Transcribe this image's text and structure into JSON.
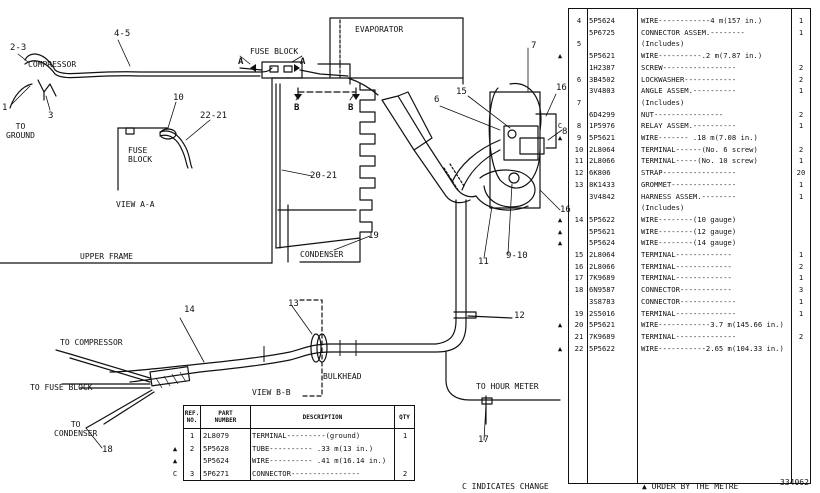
{
  "diagram": {
    "labels": {
      "evaporator": "EVAPORATOR",
      "fuse_block_top": "FUSE BLOCK",
      "compressor_top": "COMPRESSOR",
      "to_ground": "TO\nGROUND",
      "fuse_block_detail": "FUSE\nBLOCK",
      "view_a": "VIEW A-A",
      "upper_frame": "UPPER FRAME",
      "condenser": "CONDENSER",
      "to_compressor": "TO COMPRESSOR",
      "to_fuse_block": "TO FUSE BLOCK",
      "to_condenser": "TO\nCONDENSER",
      "view_b": "VIEW B-B",
      "bulkhead": "BULKHEAD",
      "to_hour_meter": "TO HOUR METER",
      "section_a_left": "A",
      "section_a_right": "A",
      "section_b_left": "B",
      "section_b_right": "B"
    },
    "callouts": {
      "c1": "1",
      "c2_3": "2-3",
      "c3": "3",
      "c4_5": "4-5",
      "c7": "7",
      "c6": "6",
      "c15": "15",
      "c16a": "16",
      "c8": "8",
      "c16b": "16",
      "c10": "10",
      "c22_21": "22-21",
      "c20_21": "20-21",
      "c19": "19",
      "c11": "11",
      "c9_10": "9-10",
      "c14": "14",
      "c13": "13",
      "c12": "12",
      "c17": "17",
      "c18": "18"
    }
  },
  "parts_list": {
    "rows": [
      {
        "mark": "",
        "ref": "4",
        "part": "5P5624",
        "desc": "WIRE------------4 m(157 in.)",
        "qty": "1"
      },
      {
        "mark": "",
        "ref": "",
        "part": "5P6725",
        "desc": "CONNECTOR ASSEM.--------",
        "qty": "1"
      },
      {
        "mark": "",
        "ref": "5",
        "part": "",
        "desc": "   (Includes)",
        "qty": ""
      },
      {
        "mark": "▲",
        "ref": "",
        "part": "5P5621",
        "desc": "   WIRE----------.2 m(7.87 in.)",
        "qty": ""
      },
      {
        "mark": "",
        "ref": "",
        "part": "1H2387",
        "desc": "SCREW-----------------",
        "qty": "2"
      },
      {
        "mark": "",
        "ref": "6",
        "part": "3B4502",
        "desc": "LOCKWASHER------------",
        "qty": "2"
      },
      {
        "mark": "",
        "ref": "",
        "part": "3V4803",
        "desc": "ANGLE ASSEM.----------",
        "qty": "1"
      },
      {
        "mark": "",
        "ref": "7",
        "part": "",
        "desc": "   (Includes)",
        "qty": ""
      },
      {
        "mark": "",
        "ref": "",
        "part": "6D4299",
        "desc": "   NUT----------------",
        "qty": "2"
      },
      {
        "mark": "C",
        "ref": "8",
        "part": "1P5976",
        "desc": "RELAY ASSEM.----------",
        "qty": "1"
      },
      {
        "mark": "▲",
        "ref": "9",
        "part": "5P5621",
        "desc": "WIRE------- .18 m(7.08 in.)",
        "qty": ""
      },
      {
        "mark": "",
        "ref": "10",
        "part": "2L8064",
        "desc": "TERMINAL------(No. 6 screw)",
        "qty": "2"
      },
      {
        "mark": "",
        "ref": "11",
        "part": "2L8066",
        "desc": "TERMINAL-----(No. 10 screw)",
        "qty": "1"
      },
      {
        "mark": "",
        "ref": "12",
        "part": "6K806",
        "desc": "STRAP-----------------",
        "qty": "20"
      },
      {
        "mark": "",
        "ref": "13",
        "part": "8K1433",
        "desc": "GROMMET---------------",
        "qty": "1"
      },
      {
        "mark": "",
        "ref": "",
        "part": "3V4842",
        "desc": "HARNESS ASSEM.--------",
        "qty": "1"
      },
      {
        "mark": "",
        "ref": "",
        "part": "",
        "desc": "   (Includes)",
        "qty": ""
      },
      {
        "mark": "▲",
        "ref": "14",
        "part": "5P5622",
        "desc": "   WIRE--------(10 gauge)",
        "qty": ""
      },
      {
        "mark": "▲",
        "ref": "",
        "part": "5P5621",
        "desc": "   WIRE--------(12 gauge)",
        "qty": ""
      },
      {
        "mark": "▲",
        "ref": "",
        "part": "5P5624",
        "desc": "   WIRE--------(14 gauge)",
        "qty": ""
      },
      {
        "mark": "",
        "ref": "15",
        "part": "2L8064",
        "desc": "   TERMINAL-------------",
        "qty": "1"
      },
      {
        "mark": "",
        "ref": "16",
        "part": "2L8066",
        "desc": "   TERMINAL-------------",
        "qty": "2"
      },
      {
        "mark": "",
        "ref": "17",
        "part": "7K9689",
        "desc": "   TERMINAL-------------",
        "qty": "1"
      },
      {
        "mark": "",
        "ref": "18",
        "part": "6N9587",
        "desc": "   CONNECTOR------------",
        "qty": "3"
      },
      {
        "mark": "",
        "ref": "",
        "part": "3S8783",
        "desc": "CONNECTOR-------------",
        "qty": "1"
      },
      {
        "mark": "",
        "ref": "19",
        "part": "2S5016",
        "desc": "TERMINAL--------------",
        "qty": "1"
      },
      {
        "mark": "▲",
        "ref": "20",
        "part": "5P5621",
        "desc": "WIRE------------3.7 m(145.66 in.)",
        "qty": ""
      },
      {
        "mark": "",
        "ref": "21",
        "part": "7K9689",
        "desc": "TERMINAL--------------",
        "qty": "2"
      },
      {
        "mark": "▲",
        "ref": "22",
        "part": "5P5622",
        "desc": "WIRE-----------2.65 m(104.33 in.)",
        "qty": ""
      }
    ]
  },
  "small_table": {
    "headers": {
      "ref": "REF.\nNO.",
      "part": "PART\nNUMBER",
      "desc": "DESCRIPTION",
      "qty": "QTY"
    },
    "rows": [
      {
        "mark": "",
        "ref": "1",
        "part": "2L8079",
        "desc": "TERMINAL---------(ground)",
        "qty": "1"
      },
      {
        "mark": "▲",
        "ref": "2",
        "part": "5P5628",
        "desc": "TUBE---------- .33 m(13 in.)",
        "qty": ""
      },
      {
        "mark": "▲",
        "ref": "",
        "part": "5P5624",
        "desc": "WIRE---------- .41 m(16.14 in.)",
        "qty": ""
      },
      {
        "mark": "C",
        "ref": "3",
        "part": "5P6271",
        "desc": "CONNECTOR----------------",
        "qty": "2"
      }
    ]
  },
  "footer": {
    "change_note": "C INDICATES CHANGE",
    "order_note": "▲ ORDER BY THE METRE",
    "code": "334062"
  }
}
